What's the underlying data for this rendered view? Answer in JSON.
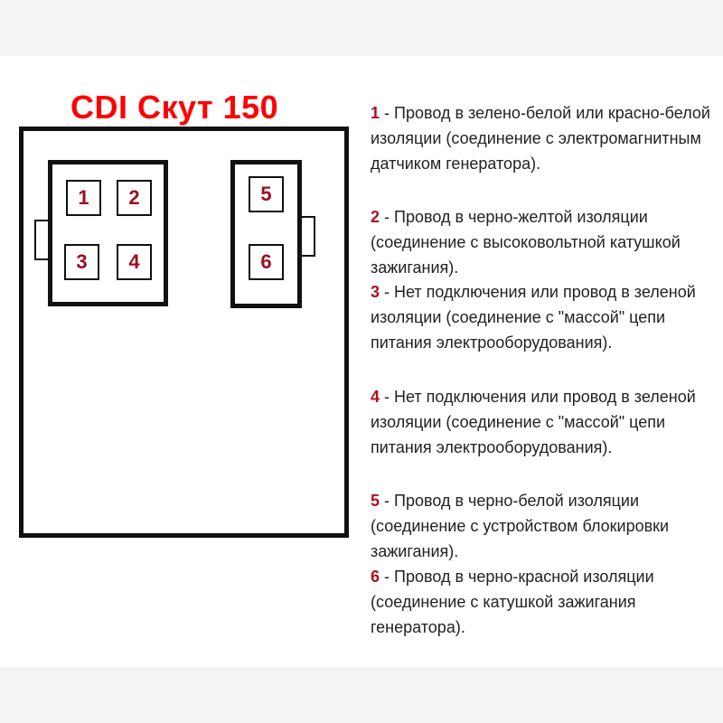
{
  "title": "CDI Скут 150",
  "pins": [
    "1",
    "2",
    "3",
    "4",
    "5",
    "6"
  ],
  "descriptions": [
    {
      "num": "1",
      "text": " - Провод в зелено-белой  или красно-белой изоляции (соединение с электромагнитным датчиком генератора)."
    },
    {
      "num": "2",
      "text": " - Провод в черно-желтой изоляции (соединение с высоковольтной катушкой зажигания)."
    },
    {
      "num": "3",
      "text": " - Нет подключения или провод в зеленой изоляции (соединение с \"массой\" цепи питания электрооборудования)."
    },
    {
      "num": "4",
      "text": " - Нет подключения или провод в зеленой изоляции (соединение с \"массой\" цепи питания электрооборудования)."
    },
    {
      "num": "5",
      "text": " - Провод в черно-белой изоляции (соединение с устройством блокировки зажигания)."
    },
    {
      "num": "6",
      "text": " - Провод в черно-красной изоляции (соединение с катушкой зажигания генератора)."
    }
  ]
}
